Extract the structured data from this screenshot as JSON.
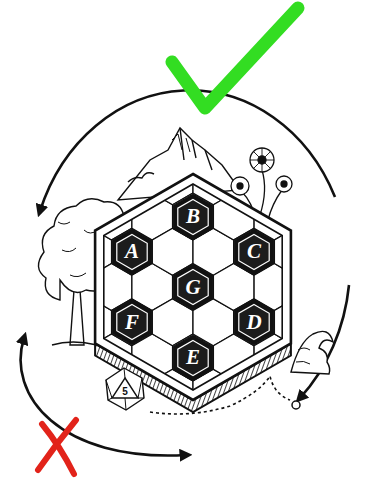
{
  "diagram": {
    "nodes": [
      {
        "text": [
          "B"
        ]
      },
      {
        "text": [
          "A"
        ]
      },
      {
        "text": [
          "C"
        ]
      },
      {
        "text": [
          "G"
        ]
      },
      {
        "text": [
          "F"
        ]
      },
      {
        "text": [
          "D"
        ]
      },
      {
        "text": [
          "E"
        ]
      }
    ],
    "labels": [
      "5"
    ]
  }
}
